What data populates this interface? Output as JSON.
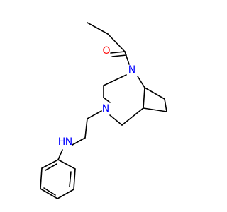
{
  "molecule": {
    "atoms": {
      "oxygen": {
        "label": "O",
        "color": "#ff0000"
      },
      "bridge_nitrogen": {
        "label": "N",
        "color": "#0000ff"
      },
      "ring_nitrogen": {
        "label": "N",
        "color": "#0000ff"
      },
      "amine_nitrogen": {
        "label": "N",
        "color": "#0000ff"
      },
      "amine_hydrogen": {
        "label": "H",
        "color": "#0000ff"
      }
    }
  }
}
